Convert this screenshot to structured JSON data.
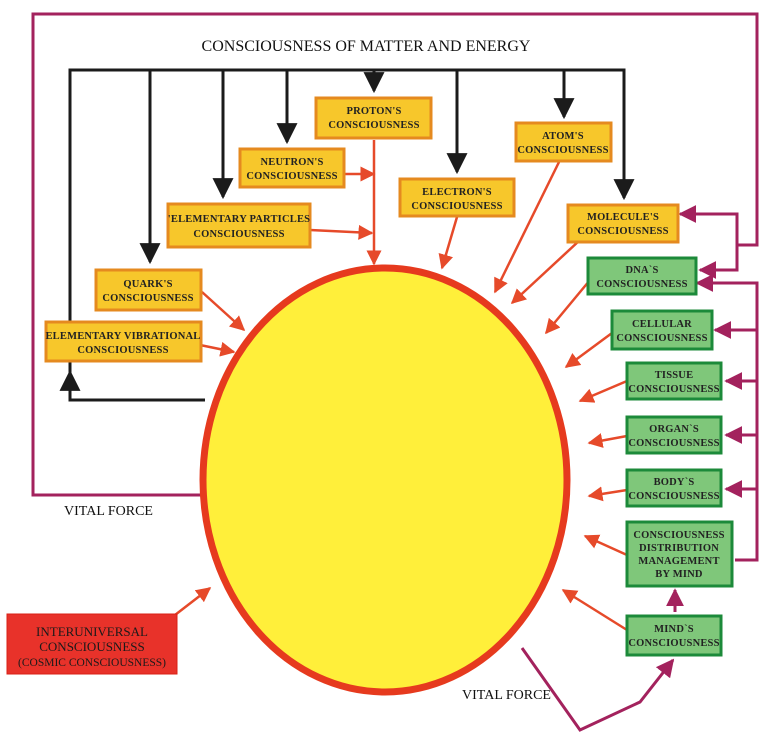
{
  "title": "CONSCIOUSNESS OF MATTER AND ENERGY",
  "vital_force_labels": [
    "VITAL FORCE",
    "VITAL FORCE"
  ],
  "colors": {
    "matter_fill": "#f7c72b",
    "matter_border": "#e58a1f",
    "life_fill": "#7fc77a",
    "life_border": "#1c8a3a",
    "core_fill": "#ffef3a",
    "core_border": "#e63a1e",
    "cosmic_fill": "#e8322a",
    "arrow_red": "#e64a2a",
    "arrow_purple": "#a3225d",
    "line_black": "#1b1b1b"
  },
  "matter_boxes": [
    {
      "id": "proton",
      "lines": [
        "PROTON'S",
        "CONSCIOUSNESS"
      ]
    },
    {
      "id": "atom",
      "lines": [
        "ATOM'S",
        "CONSCIOUSNESS"
      ]
    },
    {
      "id": "neutron",
      "lines": [
        "NEUTRON'S",
        "CONSCIOUSNESS"
      ]
    },
    {
      "id": "electron",
      "lines": [
        "ELECTRON'S",
        "CONSCIOUSNESS"
      ]
    },
    {
      "id": "molecule",
      "lines": [
        "MOLECULE'S",
        "CONSCIOUSNESS"
      ]
    },
    {
      "id": "elementary-particles",
      "lines": [
        "'ELEMENTARY PARTICLES",
        "CONSCIOUSNESS"
      ]
    },
    {
      "id": "quark",
      "lines": [
        "QUARK'S",
        "CONSCIOUSNESS"
      ]
    },
    {
      "id": "elementary-vibrational",
      "lines": [
        "ELEMENTARY VIBRATIONAL",
        "CONSCIOUSNESS"
      ]
    }
  ],
  "life_boxes": [
    {
      "id": "dna",
      "lines": [
        "DNA`S",
        "CONSCIOUSNESS"
      ]
    },
    {
      "id": "cellular",
      "lines": [
        "CELLULAR",
        "CONSCIOUSNESS"
      ]
    },
    {
      "id": "tissue",
      "lines": [
        "TISSUE",
        "CONSCIOUSNESS"
      ]
    },
    {
      "id": "organ",
      "lines": [
        "ORGAN`S",
        "CONSCIOUSNESS"
      ]
    },
    {
      "id": "body",
      "lines": [
        "BODY`S",
        "CONSCIOUSNESS"
      ]
    },
    {
      "id": "distribution",
      "lines": [
        "CONSCIOUSNESS",
        "DISTRIBUTION",
        "MANAGEMENT",
        "BY MIND"
      ]
    },
    {
      "id": "mind",
      "lines": [
        "MIND`S",
        "CONSCIOUSNESS"
      ]
    }
  ],
  "cosmic_box": {
    "lines": [
      "INTERUNIVERSAL",
      "CONSCIOUSNESS"
    ],
    "sub": "(COSMIC CONSCIOUSNESS)"
  }
}
